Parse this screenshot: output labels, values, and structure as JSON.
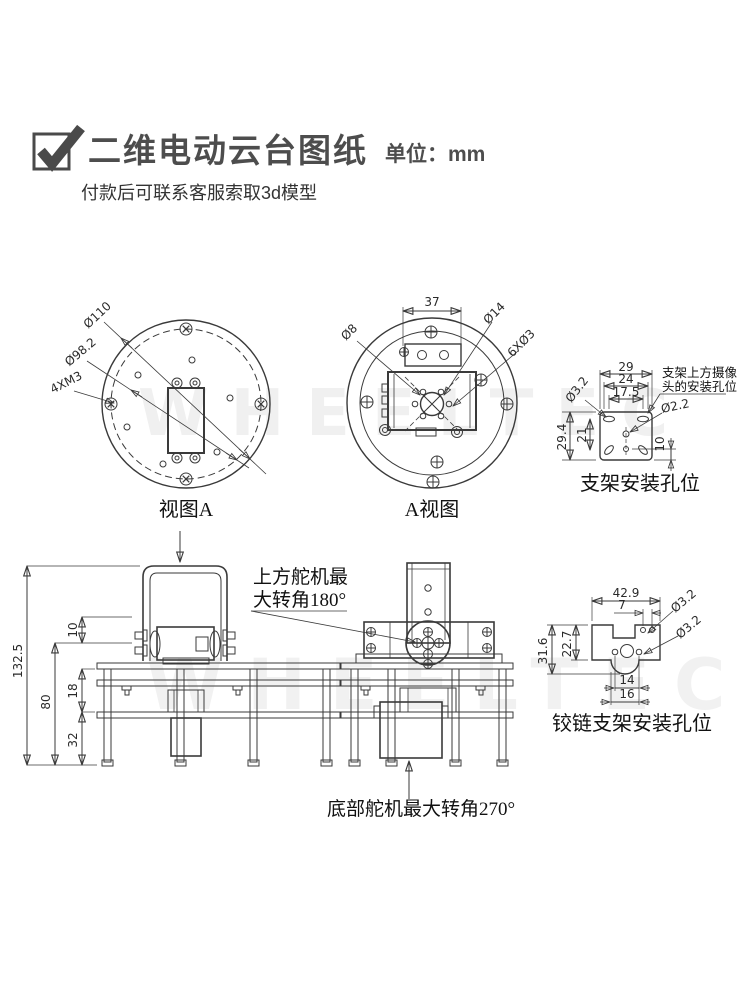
{
  "header": {
    "checkbox_icon": "checked-checkbox",
    "title": "二维电动云台图纸",
    "unit": "单位：mm",
    "subtitle": "付款后可联系客服索取3d模型"
  },
  "watermark": {
    "text": "WHEELTEC"
  },
  "top_views": {
    "view_a": {
      "caption": "视图A",
      "dim_outer": "Ø110",
      "dim_circle": "Ø98.2",
      "dim_screws": "4XM3"
    },
    "a_view": {
      "caption": "A视图",
      "dim_width": "37",
      "dim_shaft": "Ø8",
      "dim_hub": "Ø14",
      "dim_holes": "6XØ3"
    },
    "bracket": {
      "caption": "支架安装孔位",
      "note1": "支架上方摄像",
      "note2": "头的安装孔位",
      "dim_29": "29",
      "dim_24": "24",
      "dim_175": "17.5",
      "dim_slot": "Ø3.2",
      "dim_hole": "Ø2.2",
      "dim_294": "29.4",
      "dim_21": "21",
      "dim_10": "10"
    }
  },
  "bottom_views": {
    "side": {
      "dim_total": "132.5",
      "dim_10": "10",
      "dim_80": "80",
      "dim_18": "18",
      "dim_32": "32",
      "note1": "上方舵机最",
      "note2": "大转角180°"
    },
    "front": {
      "note": "底部舵机最大转角270°"
    },
    "hinge": {
      "caption": "铰链支架安装孔位",
      "dim_429": "42.9",
      "dim_7": "7",
      "dim_hole1": "Ø3.2",
      "dim_hole2": "Ø3.2",
      "dim_316": "31.6",
      "dim_227": "22.7",
      "dim_14": "14",
      "dim_16": "16"
    }
  }
}
